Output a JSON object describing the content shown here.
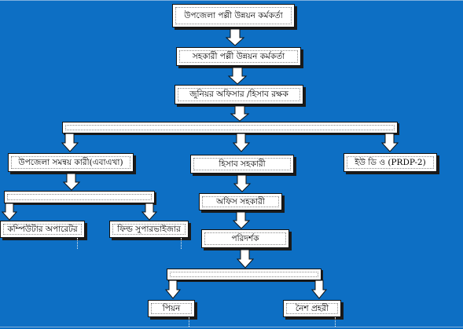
{
  "org_chart": {
    "upazila_officer": "উপজেলা পল্লী উন্নয়ন কর্মকর্তা",
    "assistant_officer": "সহকারী পল্লী উন্নয়ন কর্মকর্তা",
    "junior_officer": "জুনিয়র অফিসার /হিসাব রক্ষক",
    "coordinator": "উপজেলা সমন্বয় কারী(এবাএখা)",
    "accounts_assistant": "হিসাব সহকারী",
    "prdp": "ইউ ডি ও (PRDP-2)",
    "computer_operator": "কম্পিউটার অপারেটর",
    "field_supervisor": "ফিল্ড সুপারভাইজার",
    "office_assistant": "অফিস সহকারী",
    "inspector": "পরিদর্শক",
    "peon": "পিয়ন",
    "night_guard": "নৈশ প্রহরী"
  },
  "colors": {
    "background": "#0d6fc4",
    "box_fill": "#ffffff",
    "box_border": "#111111"
  }
}
